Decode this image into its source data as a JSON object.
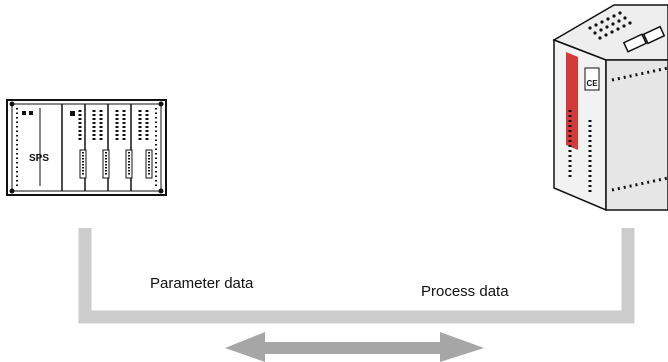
{
  "plc": {
    "label": "SPS"
  },
  "labels": {
    "left": "Parameter data",
    "right": "Process data"
  },
  "device": {
    "front_label": "CE"
  },
  "colors": {
    "bus": "#cccccc",
    "arrow": "#a6a6a6",
    "outline": "#111111",
    "device_accent": "#d43a3a"
  }
}
